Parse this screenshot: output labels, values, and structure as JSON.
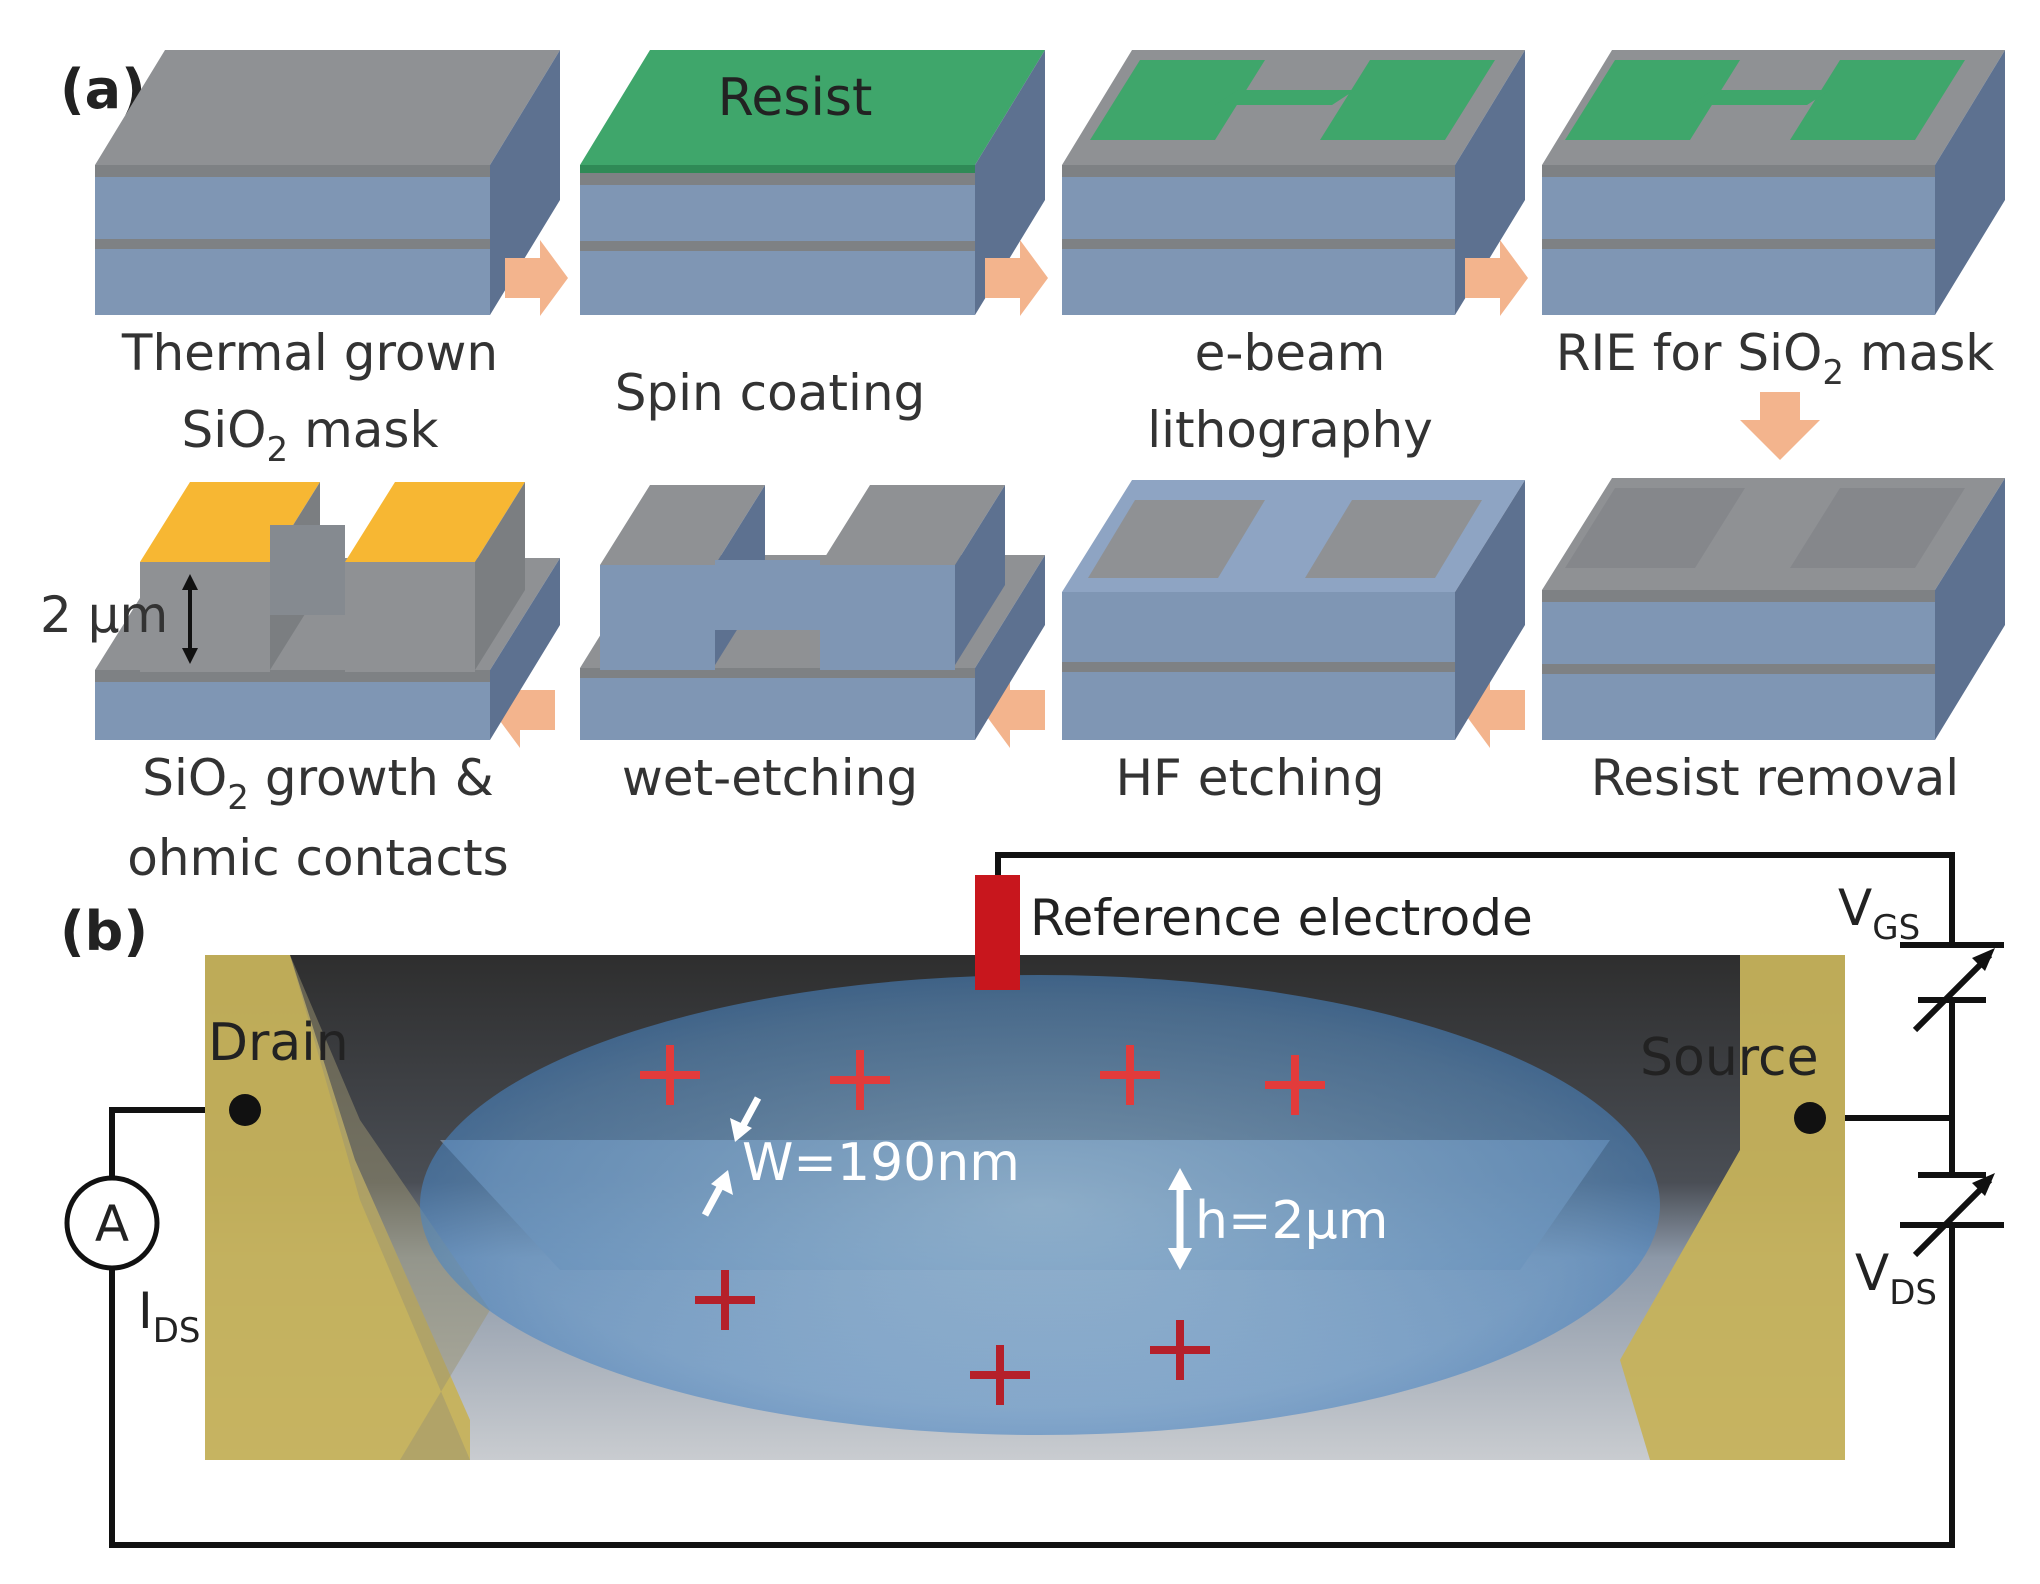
{
  "panel_a": {
    "label": "(a)",
    "steps": [
      {
        "line1": "Thermal grown",
        "line2_pre": "SiO",
        "line2_sub": "2",
        "line2_post": " mask"
      },
      {
        "line1": "Spin coating",
        "resist_label": "Resist"
      },
      {
        "line1": "e-beam",
        "line2": "lithography"
      },
      {
        "line1_pre": "RIE for SiO",
        "line1_sub": "2",
        "line1_post": " mask"
      },
      {
        "line1": "Resist removal"
      },
      {
        "line1": "HF etching"
      },
      {
        "line1": "wet-etching"
      },
      {
        "line1_pre": "SiO",
        "line1_sub": "2",
        "line1_post": " growth &",
        "line2": "ohmic contacts",
        "height_label": "2 µm"
      }
    ]
  },
  "panel_b": {
    "label": "(b)",
    "drain": "Drain",
    "source": "Source",
    "reference": "Reference electrode",
    "width": "W=190nm",
    "height": "h=2µm",
    "ammeter": "A",
    "ids_main": "I",
    "ids_sub": "DS",
    "vgs_main": "V",
    "vgs_sub": "GS",
    "vds_main": "V",
    "vds_sub": "DS"
  },
  "colors": {
    "oxide": "#8a8d91",
    "silicon": "#7f96b4",
    "resist": "#3fa66b",
    "gold": "#f7b733",
    "arrow": "#f3b48d",
    "electrode": "#c8161d",
    "charge": "#e23b3b"
  }
}
